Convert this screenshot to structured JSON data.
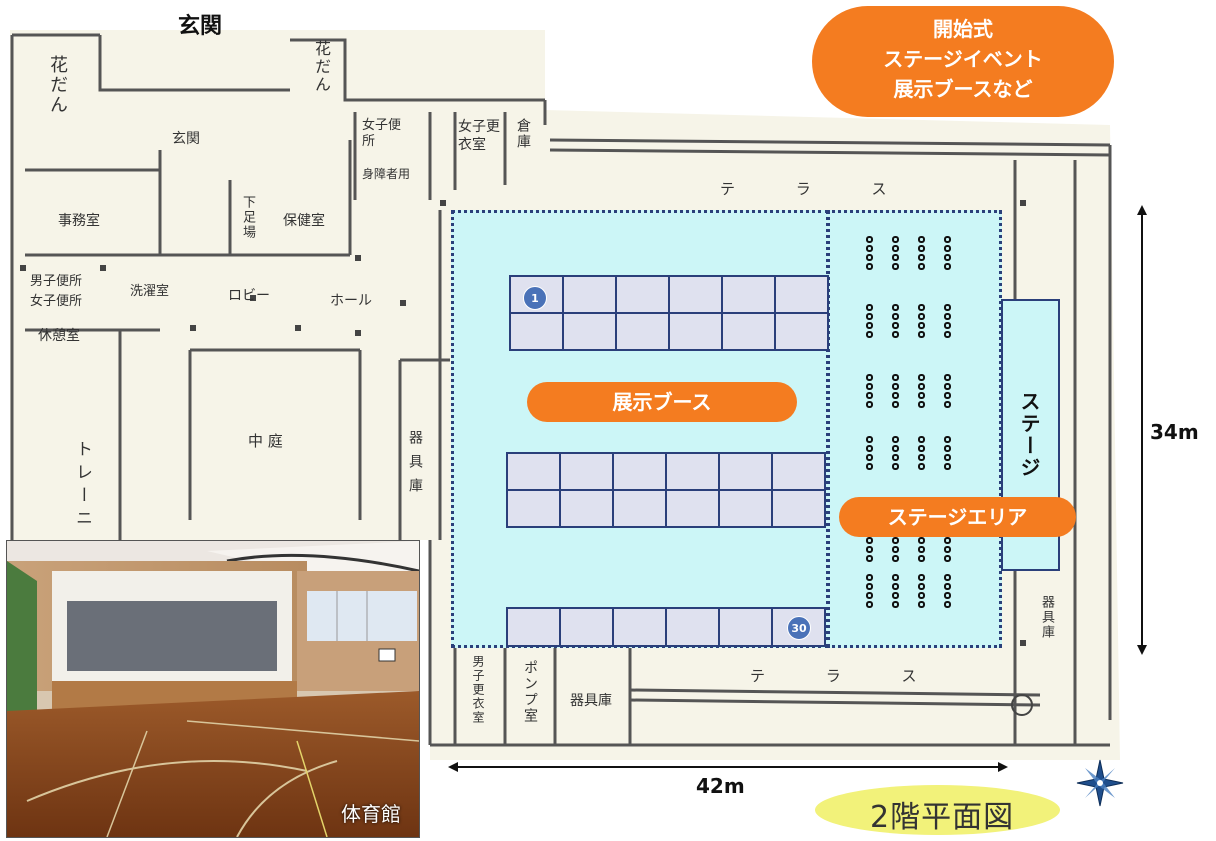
{
  "header": {
    "entrance_label": "玄関"
  },
  "event_bubble": {
    "lines": [
      "開始式",
      "ステージイベント",
      "展示ブースなど"
    ]
  },
  "plan_labels": {
    "flower_bed_1": "花だん",
    "flower_bed_2": "花だん",
    "entrance_room": "玄関",
    "girls_toilet": "女子便所",
    "girls_changing": "女子更衣室",
    "storage_top": "倉庫",
    "disabled_toilet": "身障者用",
    "office": "事務室",
    "shoe_area": "下足場",
    "health_room": "保健室",
    "boys_toilet": "男子便所",
    "girls_toilet_2": "女子便所",
    "laundry": "洗濯室",
    "lobby": "ロビー",
    "hall": "ホール",
    "rest_room": "休憩室",
    "courtyard": "中 庭",
    "equipment_room_1": "器具庫",
    "training": "トレーニ",
    "terrace_top": "テ ラ ス",
    "terrace_bottom": "テ ラ ス",
    "boys_changing": "男子更衣室",
    "pump_room": "ポンプ室",
    "equipment_room_2": "器具庫",
    "equipment_room_3": "器具庫"
  },
  "areas": {
    "exhibit_booth_label": "展示ブース",
    "stage_area_label": "ステージエリア",
    "stage_label": "ステージ"
  },
  "booths": {
    "first_number": "1",
    "last_number": "30"
  },
  "dimensions": {
    "height": "34m",
    "width": "42m"
  },
  "photo": {
    "caption": "体育館"
  },
  "floor_label": "2階平面図",
  "colors": {
    "orange": "#f47c20",
    "area_fill": "#ccf6f7",
    "booth_fill": "#dfe1ef",
    "booth_border": "#2a3f7a",
    "badge": "#4a72b8",
    "floor_label_bg": "#f2f27a"
  },
  "icons": {
    "compass": "compass-rose-icon"
  }
}
